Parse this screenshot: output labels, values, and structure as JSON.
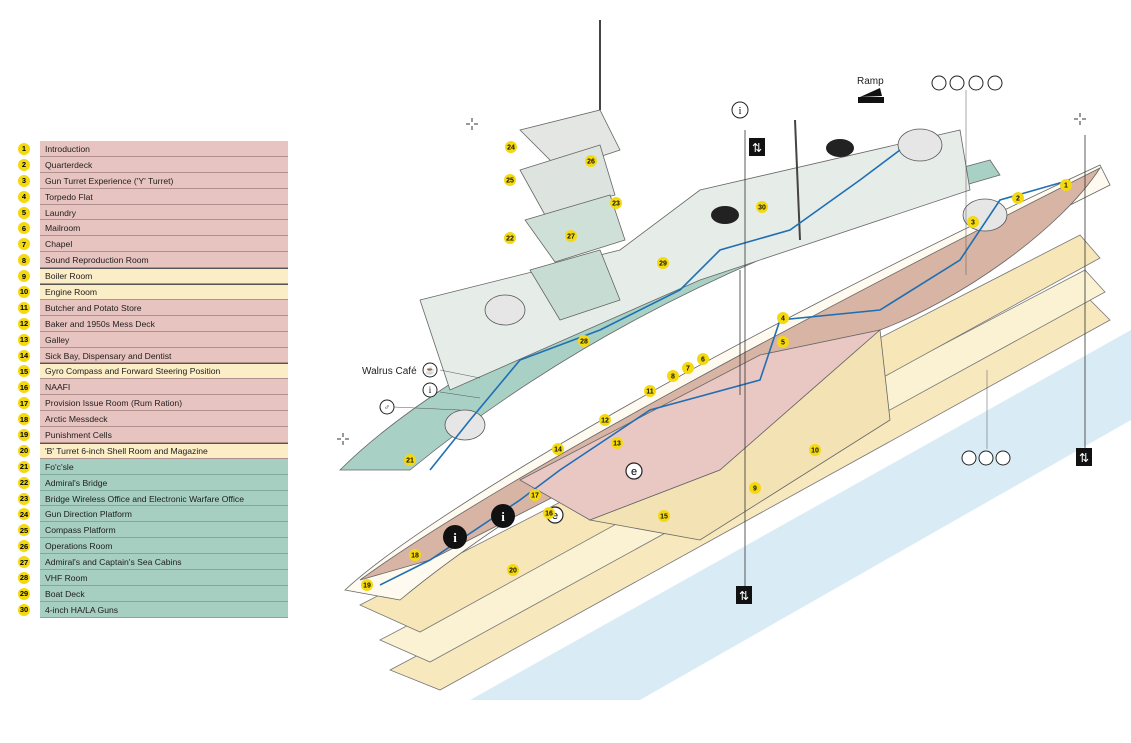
{
  "legend": [
    {
      "n": "1",
      "label": "Introduction",
      "group": "pink"
    },
    {
      "n": "2",
      "label": "Quarterdeck",
      "group": "pink"
    },
    {
      "n": "3",
      "label": "Gun Turret Experience ('Y' Turret)",
      "group": "pink"
    },
    {
      "n": "4",
      "label": "Torpedo Flat",
      "group": "pink"
    },
    {
      "n": "5",
      "label": "Laundry",
      "group": "pink"
    },
    {
      "n": "6",
      "label": "Mailroom",
      "group": "pink"
    },
    {
      "n": "7",
      "label": "Chapel",
      "group": "pink"
    },
    {
      "n": "8",
      "label": "Sound Reproduction Room",
      "group": "pink"
    },
    {
      "n": "9",
      "label": "Boiler Room",
      "group": "yellow"
    },
    {
      "n": "10",
      "label": "Engine Room",
      "group": "yellow"
    },
    {
      "n": "11",
      "label": "Butcher and Potato Store",
      "group": "pink"
    },
    {
      "n": "12",
      "label": "Baker and 1950s Mess Deck",
      "group": "pink"
    },
    {
      "n": "13",
      "label": "Galley",
      "group": "pink"
    },
    {
      "n": "14",
      "label": "Sick Bay, Dispensary and Dentist",
      "group": "pink"
    },
    {
      "n": "15",
      "label": "Gyro Compass and Forward Steering Position",
      "group": "yellow"
    },
    {
      "n": "16",
      "label": "NAAFI",
      "group": "pink"
    },
    {
      "n": "17",
      "label": "Provision Issue Room (Rum Ration)",
      "group": "pink"
    },
    {
      "n": "18",
      "label": "Arctic Messdeck",
      "group": "pink"
    },
    {
      "n": "19",
      "label": "Punishment Cells",
      "group": "pink"
    },
    {
      "n": "20",
      "label": "'B' Turret 6-inch Shell Room and Magazine",
      "group": "yellow"
    },
    {
      "n": "21",
      "label": "Fo'c'sle",
      "group": "green"
    },
    {
      "n": "22",
      "label": "Admiral's Bridge",
      "group": "green"
    },
    {
      "n": "23",
      "label": "Bridge Wireless Office and Electronic Warfare Office",
      "group": "green"
    },
    {
      "n": "24",
      "label": "Gun Direction Platform",
      "group": "green"
    },
    {
      "n": "25",
      "label": "Compass Platform",
      "group": "green"
    },
    {
      "n": "26",
      "label": "Operations Room",
      "group": "green"
    },
    {
      "n": "27",
      "label": "Admiral's and Captain's Sea Cabins",
      "group": "green"
    },
    {
      "n": "28",
      "label": "VHF Room",
      "group": "green"
    },
    {
      "n": "29",
      "label": "Boat Deck",
      "group": "green"
    },
    {
      "n": "30",
      "label": "4-inch HA/LA Guns",
      "group": "green"
    }
  ],
  "labels": {
    "ramp": "Ramp",
    "walrus_cafe": "Walrus Café",
    "info": "i",
    "lift": "⇅",
    "escalator": "e"
  },
  "icons": [
    "info-icon",
    "lift-icon",
    "toilet-icon",
    "baby-change-icon",
    "accessible-toilet-icon",
    "family-toilet-icon",
    "shop-icon",
    "cafe-icon",
    "bar-icon",
    "photo-point-icon",
    "ramp-icon",
    "escalator-icon"
  ],
  "colors": {
    "badge": "#f5d90f",
    "pink": "#e8c4c0",
    "yellow": "#fbedc6",
    "green": "#a6cec1",
    "route": "#1e6fb4",
    "water": "#d7ebf5"
  }
}
